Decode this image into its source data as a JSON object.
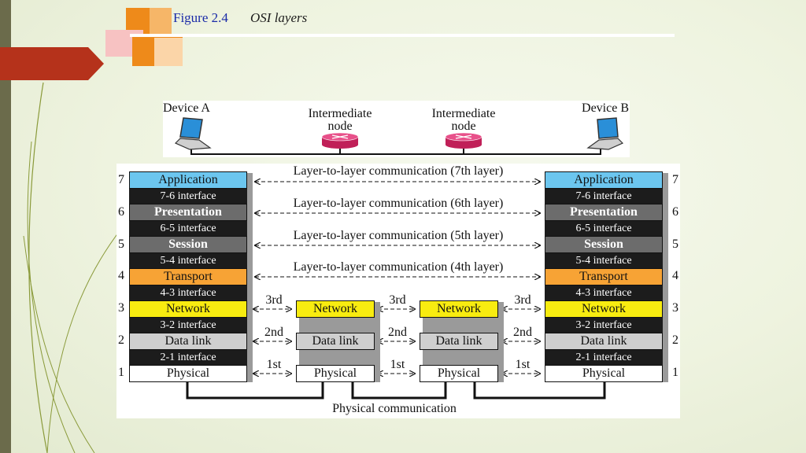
{
  "slide": {
    "figure_label": "Figure 2.4",
    "figure_title": "OSI layers"
  },
  "devices": {
    "device_a": "Device A",
    "device_b": "Device B",
    "intermediate_1": [
      "Intermediate",
      "node"
    ],
    "intermediate_2": [
      "Intermediate",
      "node"
    ]
  },
  "layers": {
    "application": "Application",
    "presentation": "Presentation",
    "session": "Session",
    "transport": "Transport",
    "network": "Network",
    "data_link": "Data link",
    "physical": "Physical"
  },
  "interfaces": {
    "i76": "7-6 interface",
    "i65": "6-5 interface",
    "i54": "5-4 interface",
    "i43": "4-3 interface",
    "i32": "3-2 interface",
    "i21": "2-1 interface"
  },
  "numbers": [
    "7",
    "6",
    "5",
    "4",
    "3",
    "2",
    "1"
  ],
  "communications": {
    "c7": "Layer-to-layer communication (7th layer)",
    "c6": "Layer-to-layer communication (6th layer)",
    "c5": "Layer-to-layer communication (5th layer)",
    "c4": "Layer-to-layer communication (4th layer)",
    "hop3": "3rd",
    "hop2": "2nd",
    "hop1": "1st",
    "physical": "Physical communication"
  },
  "colors": {
    "accent_red": "#b5321b",
    "application": "#6cc6ef",
    "presentation_session": "#6c6c6c",
    "transport": "#f7a335",
    "network": "#f8ec10",
    "data_link": "#cfcfcf",
    "router": "#e0306e"
  }
}
